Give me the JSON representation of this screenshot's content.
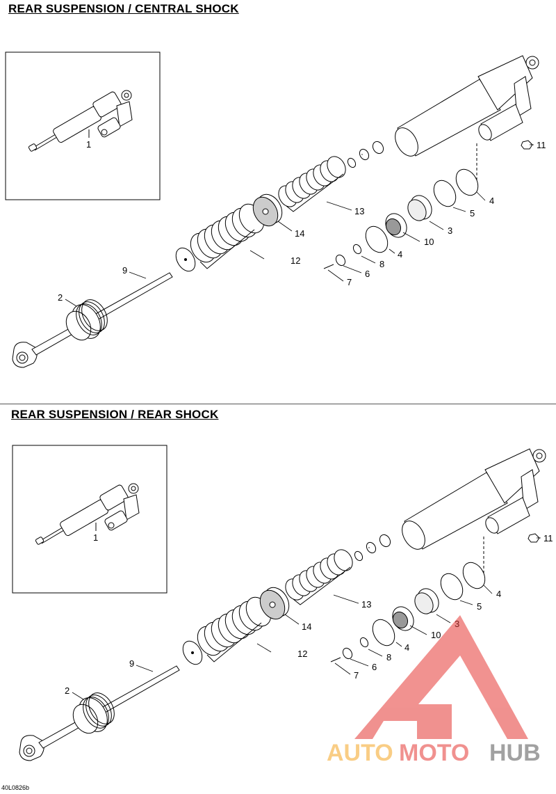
{
  "titles": {
    "central": "REAR SUSPENSION / CENTRAL SHOCK",
    "rear": "REAR SUSPENSION / REAR SHOCK"
  },
  "reference_code": "40L0826b",
  "callouts": [
    "1",
    "2",
    "3",
    "4",
    "4",
    "5",
    "6",
    "7",
    "8",
    "9",
    "10",
    "11",
    "12",
    "13",
    "14"
  ],
  "watermark": {
    "auto": "AUTO",
    "moto": "MOTO",
    "hub": "HUB",
    "colors": {
      "auto": "#f5a623",
      "moto": "#e53935",
      "hub": "#555555"
    }
  }
}
